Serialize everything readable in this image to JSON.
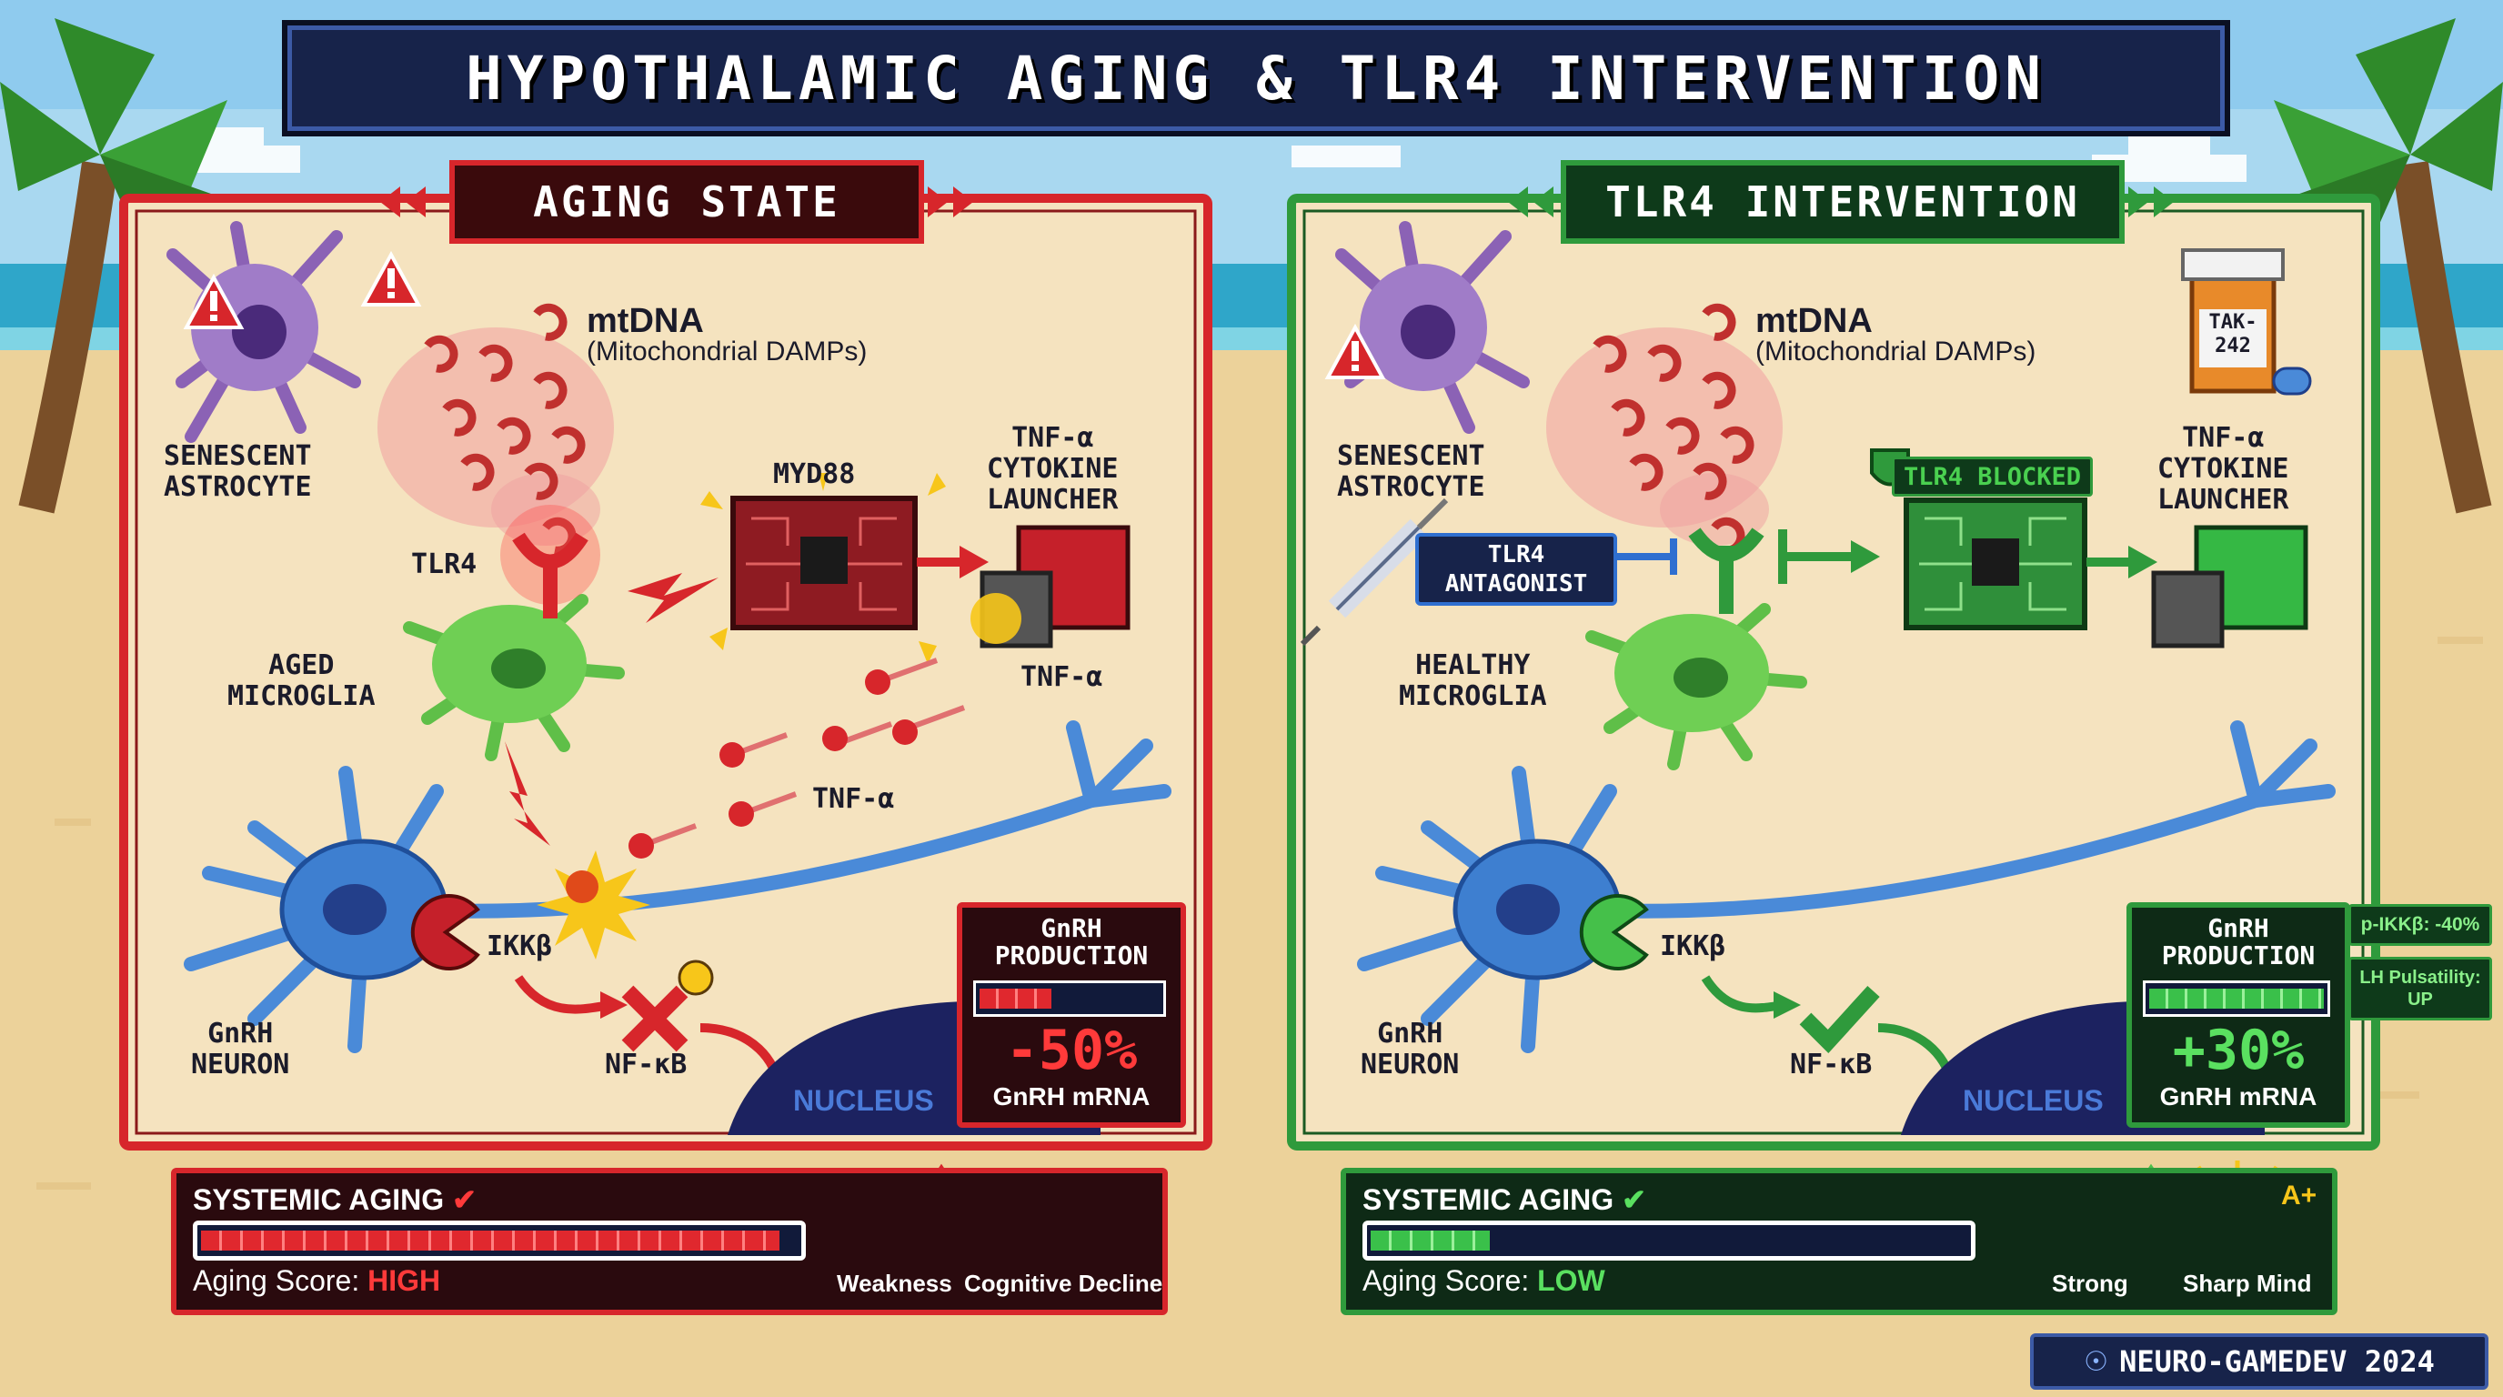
{
  "title": "HYPOTHALAMIC AGING & TLR4 INTERVENTION",
  "aging": {
    "tab": "AGING STATE",
    "astrocyte": "SENESCENT\nASTROCYTE",
    "mtdna": "mtDNA",
    "mtdna_sub": "(Mitochondrial DAMPs)",
    "tlr4": "TLR4",
    "myd88": "MYD88",
    "launcher": "TNF-α\nCYTOKINE\nLAUNCHER",
    "tnf1": "TNF-α",
    "tnf2": "TNF-α",
    "microglia": "AGED\nMICROGLIA",
    "ikkb": "IKKβ",
    "nfkb": "NF-κB",
    "nucleus": "NUCLEUS",
    "neuron": "GnRH\nNEURON",
    "gnrh_title": "GnRH\nPRODUCTION",
    "gnrh_value": "-50%",
    "gnrh_mrna": "GnRH mRNA",
    "gnrh_fill": 0.4,
    "systemic_label": "SYSTEMIC AGING",
    "score_label": "Aging Score: ",
    "score_value": "HIGH",
    "systemic_fill": 0.97,
    "icon1": "Weakness",
    "icon2": "Cognitive Decline"
  },
  "intervention": {
    "tab": "TLR4 INTERVENTION",
    "astrocyte": "SENESCENT\nASTROCYTE",
    "mtdna": "mtDNA",
    "mtdna_sub": "(Mitochondrial DAMPs)",
    "drug": "TAK-\n242",
    "antagonist": "TLR4\nANTAGONIST",
    "blocked": "TLR4 BLOCKED",
    "launcher": "TNF-α\nCYTOKINE\nLAUNCHER",
    "microglia": "HEALTHY\nMICROGLIA",
    "ikkb": "IKKβ",
    "nfkb": "NF-κB",
    "nucleus": "NUCLEUS",
    "neuron": "GnRH\nNEURON",
    "gnrh_title": "GnRH\nPRODUCTION",
    "gnrh_value": "+30%",
    "gnrh_mrna": "GnRH mRNA",
    "gnrh_fill": 1.0,
    "side1": "p-IKKβ: -40%",
    "side2": "LH Pulsatility:\nUP",
    "systemic_label": "SYSTEMIC AGING",
    "score_label": "Aging Score: ",
    "score_value": "LOW",
    "systemic_fill": 0.2,
    "icon1": "Strong",
    "icon2": "Sharp Mind",
    "grade": "A+"
  },
  "footer": "NEURO-GAMEDEV 2024",
  "colors": {
    "aging_red": "#d7262b",
    "intervention_green": "#2f9a3c",
    "navy": "#17234a",
    "panel_bg": "#f5e3bf"
  }
}
